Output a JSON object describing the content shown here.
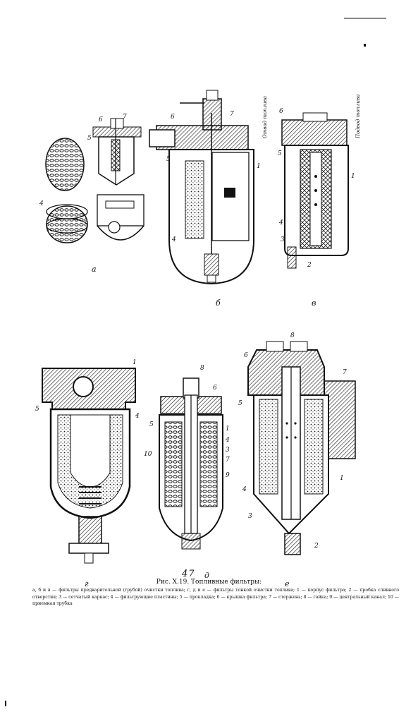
{
  "figure": {
    "page_number": "47",
    "caption_title": "Рис. X.19. Топливные фильтры:",
    "caption_text": "а, б и в — фильтры предварительной (грубой) очистки топлива; г, д и е — фильтры тонкой очистки топлива; 1 — корпус фильтра; 2 — пробка сливного отверстия; 3 — сетчатый каркас; 4 — фильтрующие пластины; 5 — прокладка; 6 — крышка фильтра; 7 — стержень; 8 — гайка; 9 — центральный канал; 10 — приемная трубка"
  },
  "panels": {
    "a": "а",
    "b": "б",
    "v": "в",
    "g": "г",
    "d": "д",
    "e": "е"
  },
  "labels": {
    "a_6": "6",
    "a_7": "7",
    "a_5": "5",
    "a_4": "4",
    "b_6": "6",
    "b_7": "7",
    "b_5": "5",
    "b_1": "1",
    "b_4": "4",
    "b_outlet": "Отвод топлива",
    "v_6": "6",
    "v_5": "5",
    "v_1": "1",
    "v_4": "4",
    "v_3": "3",
    "v_2": "2",
    "v_inlet": "Подвод топлива",
    "g_1": "1",
    "g_5": "5",
    "g_4": "4",
    "d_8": "8",
    "d_6": "6",
    "d_5": "5",
    "d_1": "1",
    "d_4": "4",
    "d_3": "3",
    "d_7": "7",
    "d_10": "10",
    "d_9": "9",
    "e_6": "6",
    "e_8": "8",
    "e_7": "7",
    "e_5": "5",
    "e_4": "4",
    "e_1": "1",
    "e_3": "3",
    "e_2": "2"
  }
}
